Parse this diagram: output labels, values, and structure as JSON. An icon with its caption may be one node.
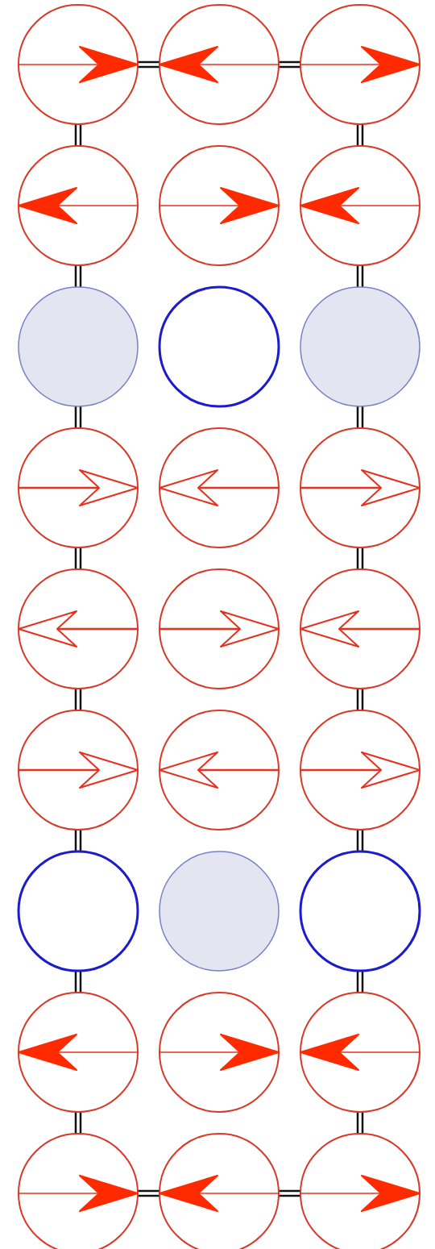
{
  "diagram": {
    "nodes": [
      {
        "text": [],
        "shape": "circle"
      },
      {
        "text": [],
        "shape": "circle"
      },
      {
        "text": [],
        "shape": "circle"
      },
      {
        "text": [],
        "shape": "circle"
      },
      {
        "text": [],
        "shape": "circle"
      },
      {
        "text": [],
        "shape": "circle"
      },
      {
        "text": [],
        "shape": "circle"
      },
      {
        "text": [],
        "shape": "circle"
      },
      {
        "text": [],
        "shape": "circle"
      },
      {
        "text": [],
        "shape": "circle"
      },
      {
        "text": [],
        "shape": "circle"
      },
      {
        "text": [],
        "shape": "circle"
      },
      {
        "text": [],
        "shape": "circle"
      },
      {
        "text": [],
        "shape": "circle"
      },
      {
        "text": [],
        "shape": "circle"
      },
      {
        "text": [],
        "shape": "circle"
      },
      {
        "text": [],
        "shape": "circle"
      },
      {
        "text": [],
        "shape": "circle"
      },
      {
        "text": [],
        "shape": "circle"
      },
      {
        "text": [],
        "shape": "circle"
      },
      {
        "text": [],
        "shape": "circle"
      },
      {
        "text": [],
        "shape": "circle"
      },
      {
        "text": [],
        "shape": "circle"
      },
      {
        "text": [],
        "shape": "circle"
      },
      {
        "text": [],
        "shape": "circle"
      },
      {
        "text": [],
        "shape": "circle"
      },
      {
        "text": [],
        "shape": "circle"
      }
    ],
    "edges": [
      {
        "from": 0,
        "to": 1,
        "arrow": "none"
      },
      {
        "from": 1,
        "to": 2,
        "arrow": "none"
      },
      {
        "from": 0,
        "to": 3,
        "arrow": "none"
      },
      {
        "from": 2,
        "to": 5,
        "arrow": "none"
      },
      {
        "from": 3,
        "to": 6,
        "arrow": "none"
      },
      {
        "from": 5,
        "to": 8,
        "arrow": "none"
      },
      {
        "from": 6,
        "to": 9,
        "arrow": "none"
      },
      {
        "from": 8,
        "to": 11,
        "arrow": "none"
      },
      {
        "from": 9,
        "to": 12,
        "arrow": "none"
      },
      {
        "from": 11,
        "to": 14,
        "arrow": "none"
      },
      {
        "from": 12,
        "to": 15,
        "arrow": "none"
      },
      {
        "from": 14,
        "to": 17,
        "arrow": "none"
      },
      {
        "from": 15,
        "to": 18,
        "arrow": "none"
      },
      {
        "from": 17,
        "to": 20,
        "arrow": "none"
      },
      {
        "from": 18,
        "to": 21,
        "arrow": "none"
      },
      {
        "from": 20,
        "to": 23,
        "arrow": "none"
      },
      {
        "from": 21,
        "to": 24,
        "arrow": "none"
      },
      {
        "from": 23,
        "to": 26,
        "arrow": "none"
      },
      {
        "from": 24,
        "to": 25,
        "arrow": "none"
      },
      {
        "from": 25,
        "to": 26,
        "arrow": "none"
      }
    ]
  }
}
